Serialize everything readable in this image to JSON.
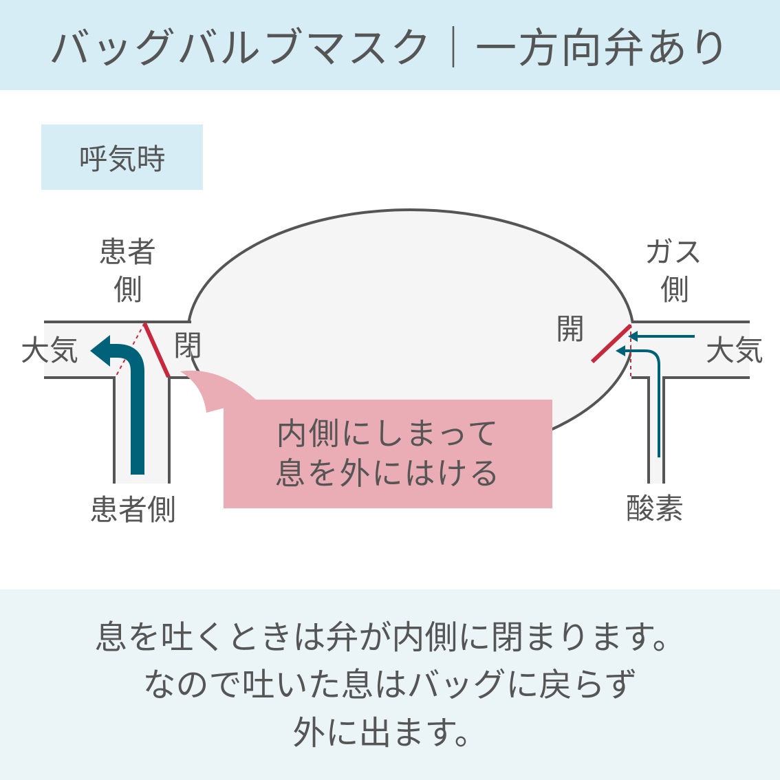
{
  "header": {
    "title": "バッグバルブマスク｜一方向弁あり"
  },
  "mode_badge": {
    "label": "呼気時"
  },
  "labels": {
    "patient_side_top": [
      "患者",
      "側"
    ],
    "patient_side_bottom": "患者側",
    "gas_side": [
      "ガス",
      "側"
    ],
    "atmosphere_left": "大気",
    "atmosphere_right": "大気",
    "closed_left": "閉",
    "closed_right": "開",
    "oxygen": "酸素"
  },
  "callout": {
    "lines": [
      "内側にしまって",
      "息を外にはける"
    ]
  },
  "footer": {
    "lines": [
      "息を吐くときは弁が内側に閉まります。",
      "なので吐いた息はバッグに戻らず",
      "外に出ます。"
    ]
  },
  "colors": {
    "header_bg": "#d6edf5",
    "footer_bg": "#ebf5f8",
    "valve": "#c8283c",
    "flow_arrow": "#006278",
    "callout": "#ebadb5",
    "outline": "#555555"
  }
}
